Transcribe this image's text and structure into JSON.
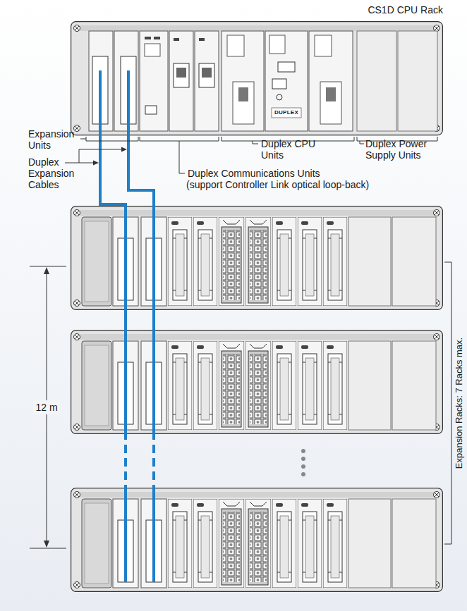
{
  "diagram": {
    "nodes": [
      {
        "text": [
          "CS1D CPU Rack"
        ]
      }
    ],
    "labels": [
      "Expansion Units",
      "Duplex Expansion Cables",
      "Duplex Communications Units",
      "(support Controller Link optical loop-back)",
      "Duplex CPU Units",
      "Duplex Power Supply Units",
      "DUPLEX",
      "12 m",
      "Expansion Racks: 7 Racks max."
    ]
  }
}
